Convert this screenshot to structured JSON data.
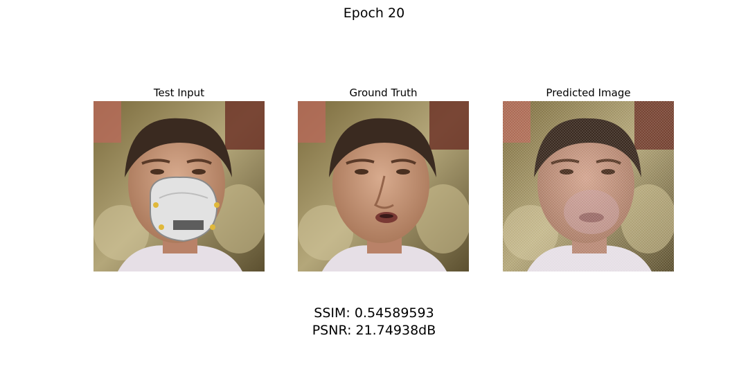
{
  "figure": {
    "title": "Epoch 20"
  },
  "panels": [
    {
      "title": "Test Input",
      "image": "masked-face-photo",
      "masked": true
    },
    {
      "title": "Ground Truth",
      "image": "original-face-photo",
      "masked": false
    },
    {
      "title": "Predicted Image",
      "image": "reconstructed-face-photo",
      "masked": false
    }
  ],
  "metrics": {
    "ssim": "SSIM: 0.54589593",
    "psnr": "PSNR: 21.74938dB"
  },
  "colors": {
    "background_gold": "#8a7a4a",
    "skin": "#c99a7c",
    "hair": "#3a2a20",
    "shirt": "#e6dfe6",
    "mask": "#e2e2e2"
  }
}
